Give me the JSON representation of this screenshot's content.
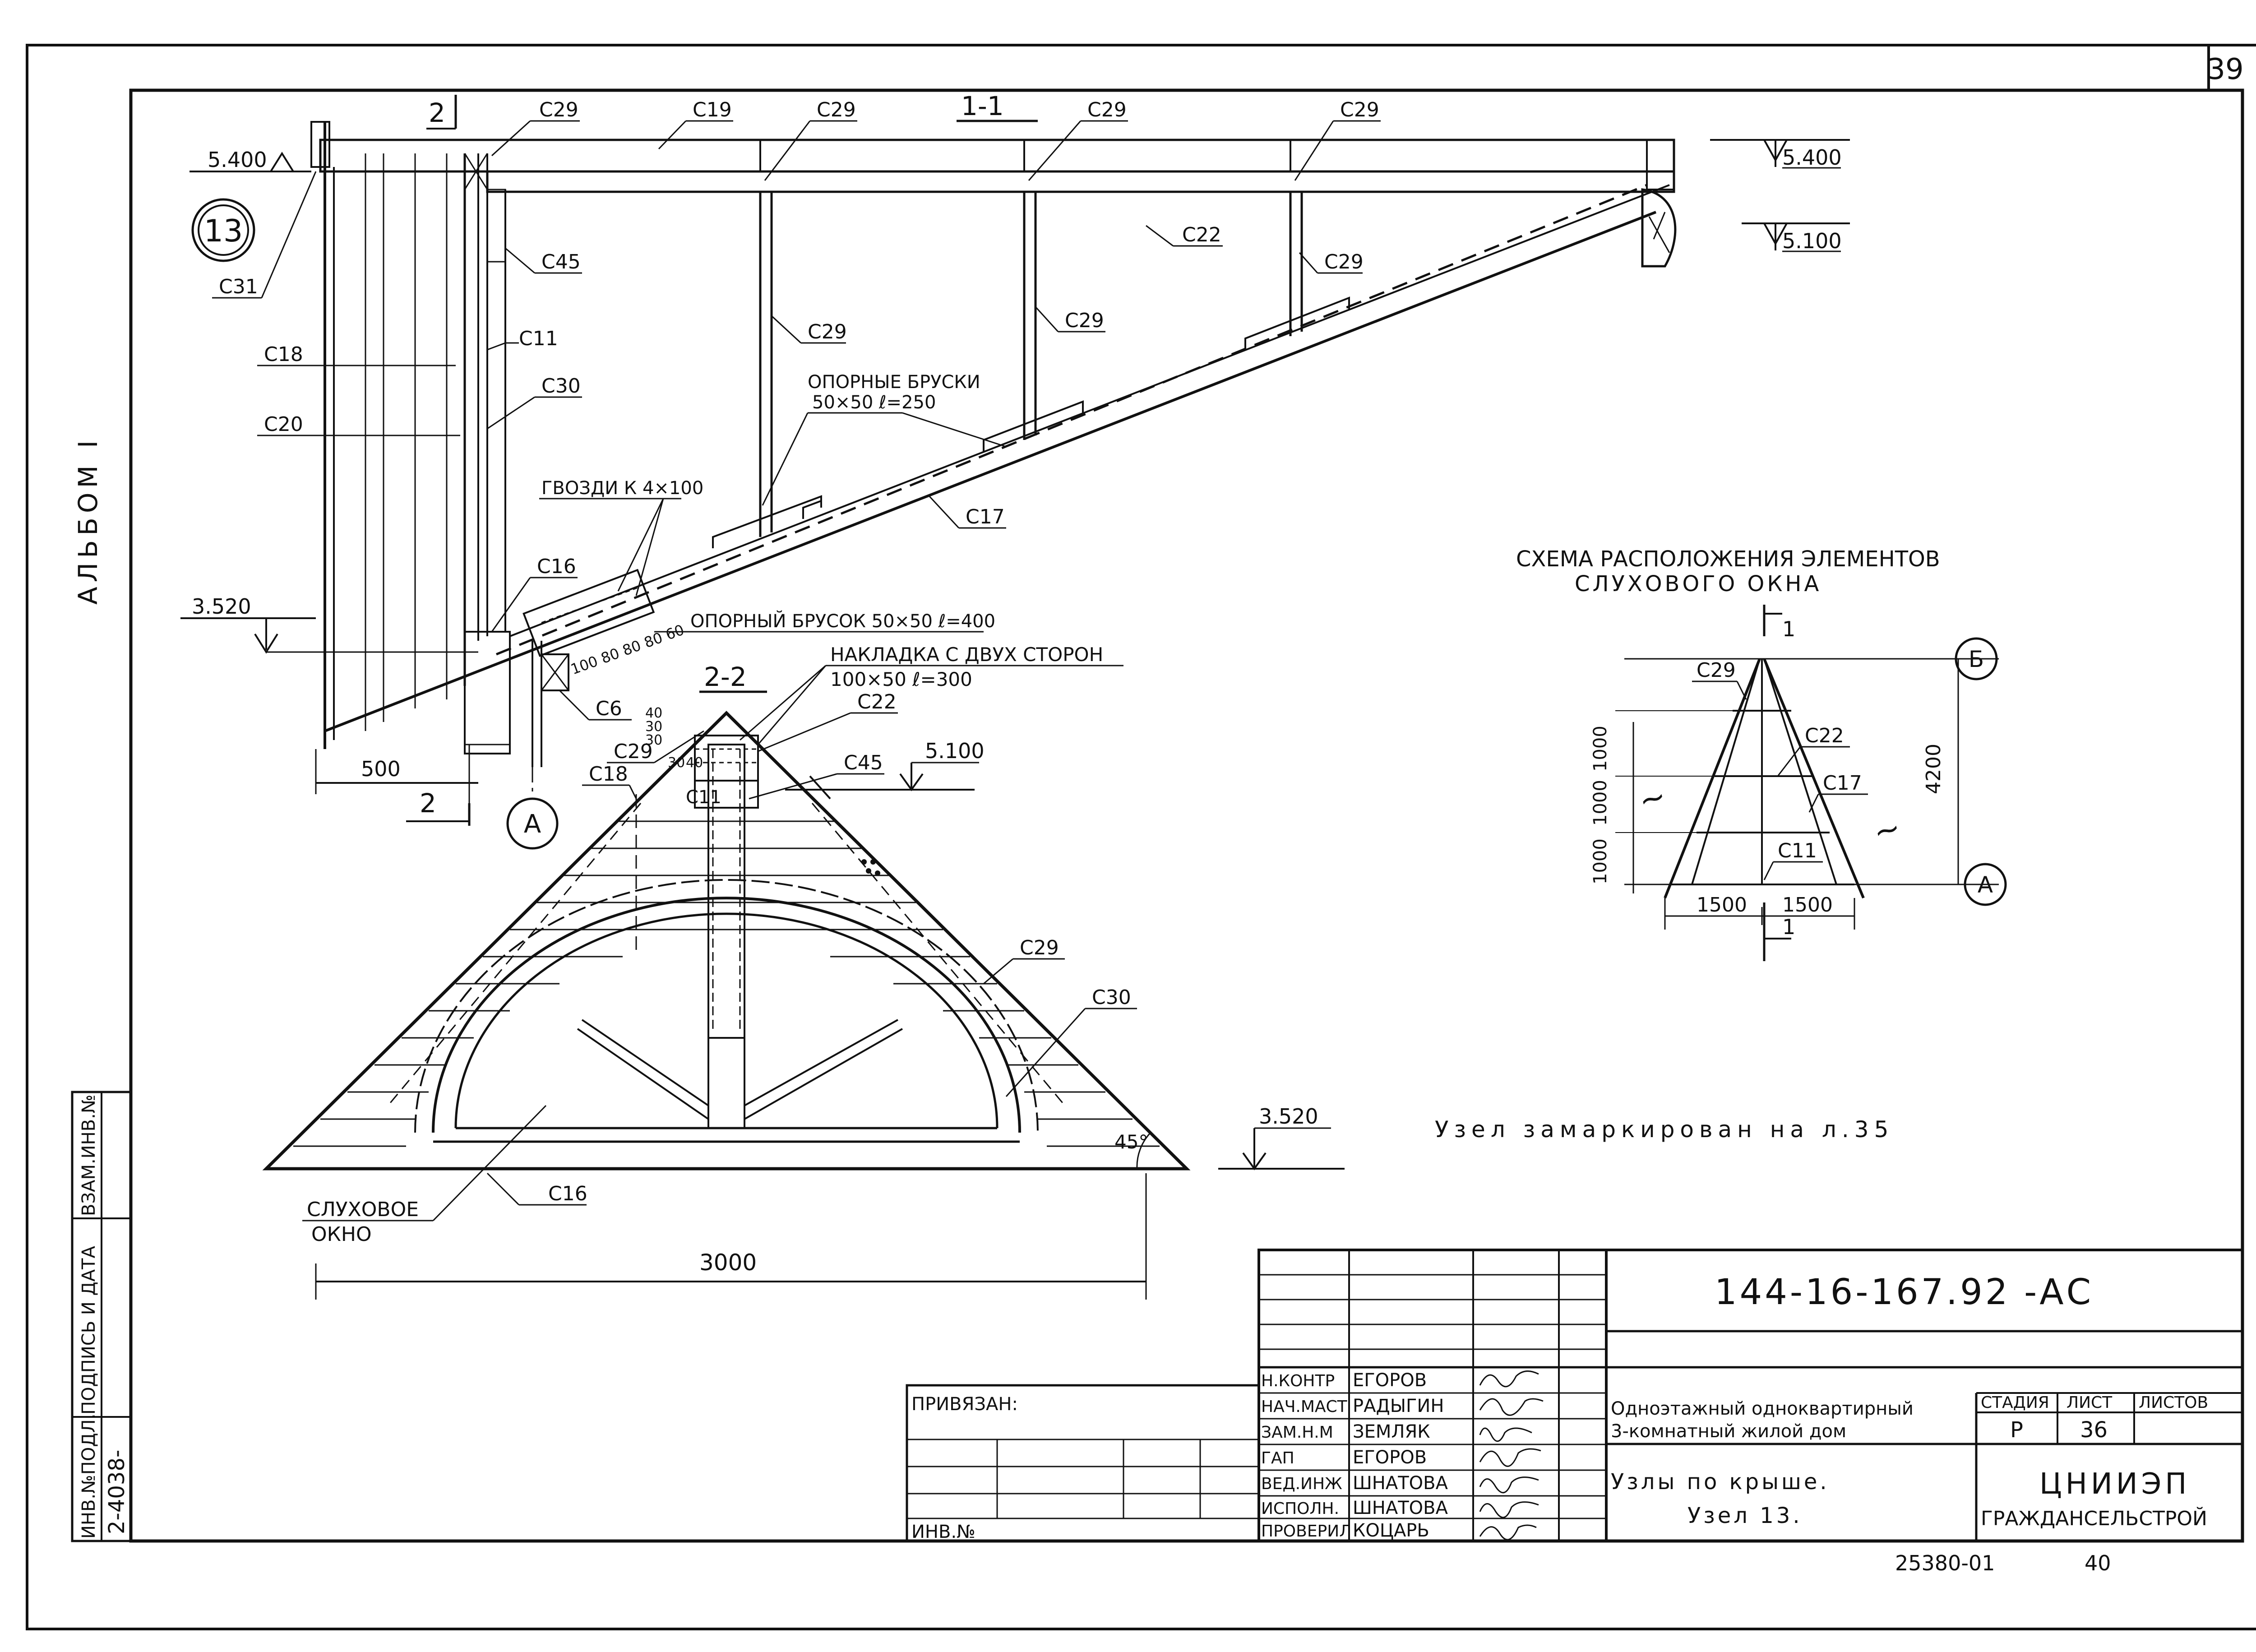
{
  "sheet": {
    "page_number": "39",
    "album_label": "АЛЬБОМ I",
    "node_number": "13",
    "node_note": "Узел замаркирован на л.35",
    "footer_code": "25380-01",
    "footer_page": "40"
  },
  "section_1_1": {
    "title": "1-1",
    "cut_mark": "2",
    "levels": [
      "5.400",
      "5.400",
      "5.100",
      "3.520"
    ],
    "dimension_500": "500",
    "axis": "А",
    "labels": {
      "c19": "С19",
      "c29a": "С29",
      "c29b": "С29",
      "c29c": "С29",
      "c29d": "С29",
      "c29e": "С29",
      "c29f": "С29",
      "c29g": "С29",
      "c22": "С22",
      "c45": "С45",
      "c31": "С31",
      "c11": "С11",
      "c18": "С18",
      "c30": "С30",
      "c20": "С20",
      "c17": "С17",
      "c16": "С16",
      "c6": "С6",
      "support_bars": "ОПОРНЫЕ БРУСКИ",
      "support_bars_size": "50×50 ℓ=250",
      "nails": "ГВОЗДИ К 4×100",
      "support_bar": "ОПОРНЫЙ БРУСОК 50×50 ℓ=400",
      "nail_spacing": "100 80 80 80 60"
    }
  },
  "section_2_2": {
    "title": "2-2",
    "overlay": "НАКЛАДКА С ДВУХ СТОРОН",
    "overlay_size": "100×50 ℓ=300",
    "levels": [
      "5.100",
      "3.520"
    ],
    "angle": "45°",
    "dimension": "3000",
    "dims_small": [
      "40",
      "30",
      "30",
      "30",
      "40"
    ],
    "labels": {
      "c22": "С22",
      "c29a": "С29",
      "c29b": "С29",
      "c45": "С45",
      "c18": "С18",
      "c11": "С11",
      "c30": "С30",
      "c16": "С16",
      "window_line1": "СЛУХОВОЕ",
      "window_line2": "ОКНО"
    }
  },
  "scheme": {
    "title_line1": "СХЕМА РАСПОЛОЖЕНИЯ ЭЛЕМЕНТОВ",
    "title_line2": "СЛУХОВОГО ОКНА",
    "axis_top": "Б",
    "axis_bottom": "А",
    "height": "4200",
    "cut": "1",
    "dims_vertical": [
      "1000",
      "1000",
      "1000"
    ],
    "dims_horizontal": [
      "1500",
      "1500"
    ],
    "labels": {
      "c29": "С29",
      "c22": "С22",
      "c17": "С17",
      "c11": "С11"
    }
  },
  "title_block": {
    "doc_code": "144-16-167.92 -АС",
    "project_line1": "Одноэтажный одноквартирный",
    "project_line2": "3-комнатный жилой дом",
    "sheet_title_line1": "Узлы по крыше.",
    "sheet_title_line2": "Узел 13.",
    "org_line1": "ЦНИИЭП",
    "org_line2": "ГРАЖДАНСЕЛЬСТРОЙ",
    "stage_header": "СТАДИЯ",
    "sheet_header": "ЛИСТ",
    "sheets_header": "ЛИСТОВ",
    "stage": "Р",
    "sheet": "36",
    "bound_label": "ПРИВЯЗАН:",
    "inv_label": "ИНВ.№",
    "roles": [
      {
        "role": "Н.КОНТР",
        "name": "ЕГОРОВ"
      },
      {
        "role": "НАЧ.МАСТ",
        "name": "РАДЫГИН"
      },
      {
        "role": "ЗАМ.Н.М",
        "name": "ЗЕМЛЯК"
      },
      {
        "role": "ГАП",
        "name": "ЕГОРОВ"
      },
      {
        "role": "ВЕД.ИНЖ",
        "name": "ШНАТОВА"
      },
      {
        "role": "ИСПОЛН.",
        "name": "ШНАТОВА"
      },
      {
        "role": "ПРОВЕРИЛ",
        "name": "КОЦАРЬ"
      }
    ],
    "left_stamp": {
      "col1": "ИНВ.№ПОДЛ.",
      "col2": "ПОДПИСЬ И ДАТА",
      "col3": "ВЗАМ.ИНВ.№",
      "inv_value": "2-4038-"
    }
  }
}
